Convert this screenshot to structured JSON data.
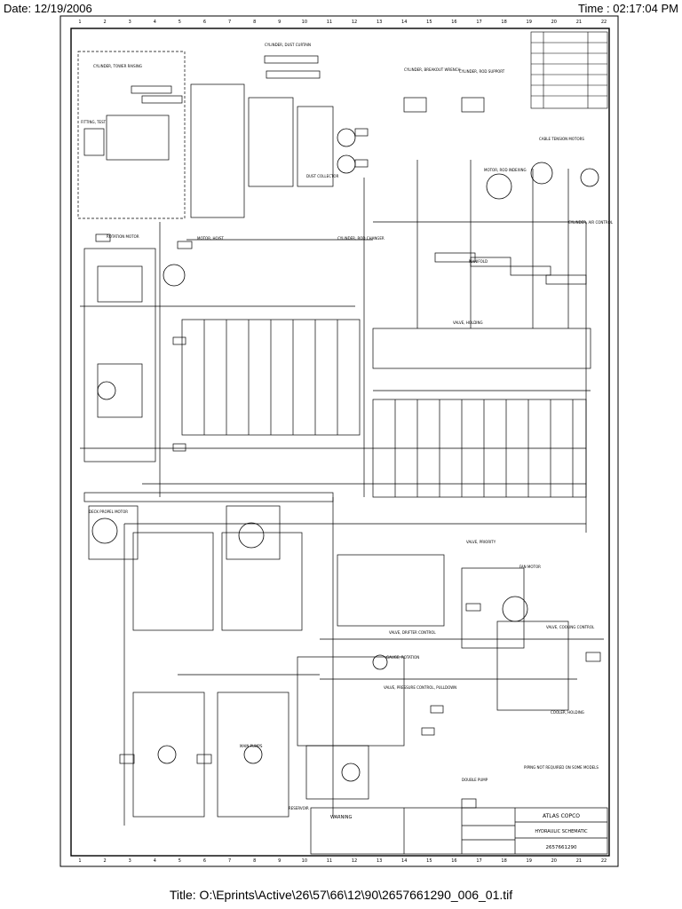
{
  "header": {
    "date": "Date: 12/19/2006",
    "time": "Time : 02:17:04 PM"
  },
  "footer": {
    "title": "Title: O:\\Eprints\\Active\\26\\57\\66\\12\\90\\2657661290_006_01.tif"
  },
  "drawing": {
    "company": "ATLAS COPCO",
    "sheet_title": "HYDRAULIC SCHEMATIC",
    "drawing_number": "2657661290",
    "warning_label": "WARNING",
    "border_numbers": [
      "1",
      "2",
      "3",
      "4",
      "5",
      "6",
      "7",
      "8",
      "9",
      "10",
      "11",
      "12",
      "13",
      "14",
      "15",
      "16",
      "17",
      "18",
      "19",
      "20",
      "21",
      "22"
    ],
    "labels": [
      "CYLINDER, TOWER RAISING",
      "CYLINDER, DUST CURTAIN",
      "CYLINDER, BREAKOUT WRENCH",
      "CYLINDER, ROD SUPPORT",
      "CYLINDER, ROD CHANGER",
      "ROTATION MOTOR",
      "MOTOR, HOIST",
      "VALVE, HOLDING",
      "MANIFOLD",
      "FITTING, TEST",
      "CABLE TENSION MOTORS",
      "CYLINDER, AIR CONTROL",
      "MOTOR, ROD INDEXING",
      "DUST COLLECTOR",
      "VALVE, PRIORITY",
      "DECK PROPEL MOTOR",
      "FAN MOTOR",
      "VALVE, COOLING CONTROL",
      "MAIN PUMPS",
      "DOUBLE PUMP",
      "GAUGE, ROTATION",
      "VALVE, PRESSURE CONTROL, PULLDOWN",
      "VALVE, DRIFTER CONTROL",
      "COOLER, HOLDING",
      "RESERVOIR",
      "PIPING NOT REQUIRED ON SOME MODELS"
    ]
  }
}
